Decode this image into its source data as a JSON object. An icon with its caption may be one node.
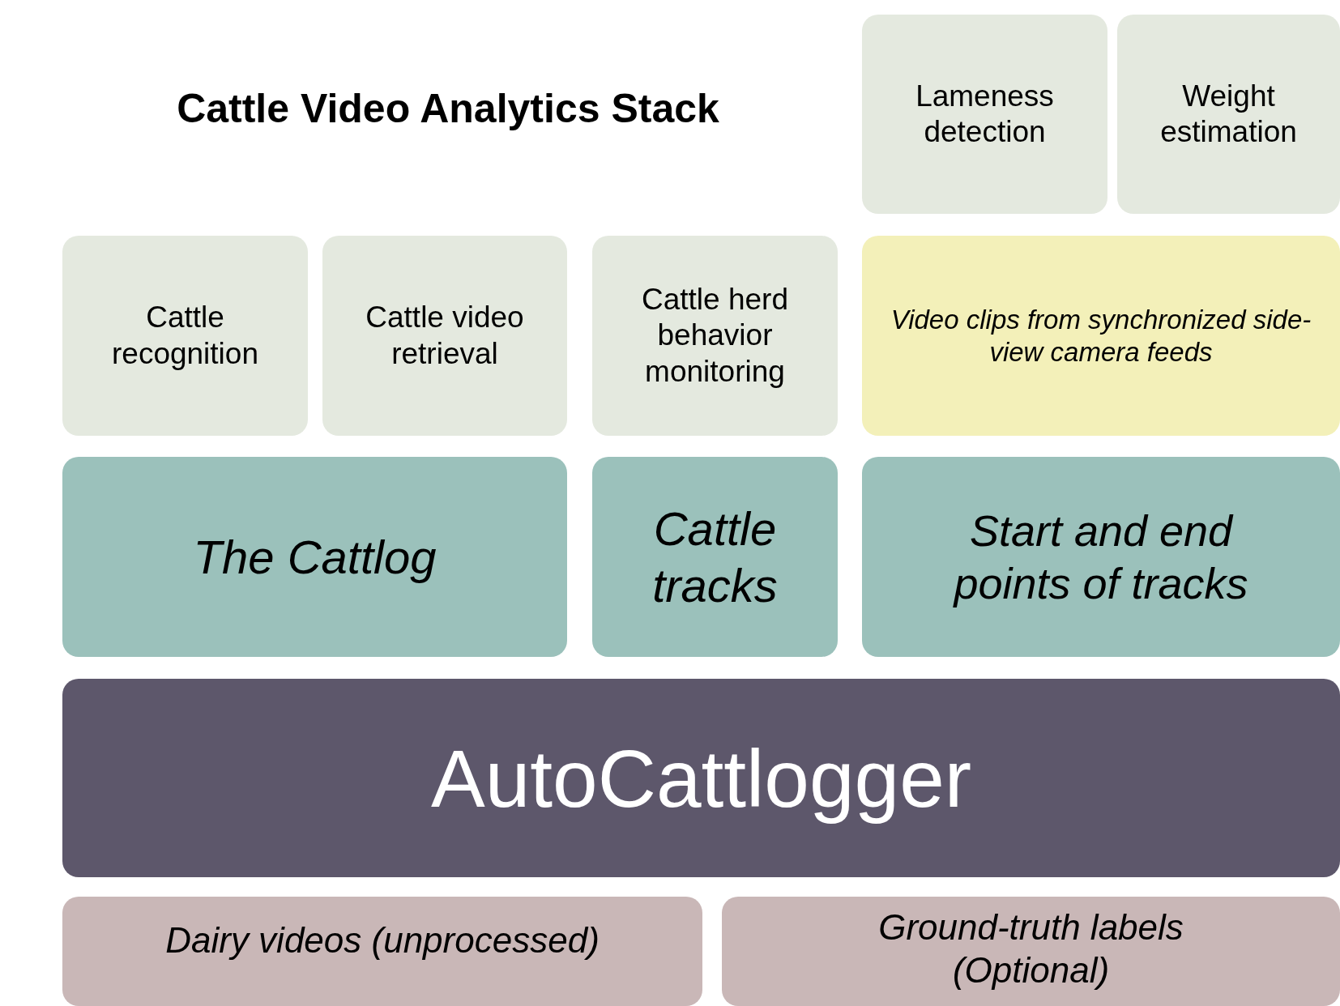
{
  "diagram": {
    "title": "Cattle Video Analytics Stack",
    "nodes": [
      {
        "text": [
          "Lameness detection"
        ]
      },
      {
        "text": [
          "Weight estimation"
        ]
      },
      {
        "text": [
          "Cattle recognition"
        ]
      },
      {
        "text": [
          "Cattle video retrieval"
        ]
      },
      {
        "text": [
          "Cattle herd behavior monitoring"
        ]
      },
      {
        "text": [
          "Video clips from synchronized side-view camera feeds"
        ]
      },
      {
        "text": [
          "The Cattlog"
        ]
      },
      {
        "text": [
          "Cattle tracks"
        ]
      },
      {
        "text": [
          "Start and end points of tracks"
        ]
      },
      {
        "text": [
          "AutoCattlogger"
        ]
      },
      {
        "text": [
          "Dairy videos (unprocessed)"
        ]
      },
      {
        "text": [
          "Ground-truth labels (Optional)"
        ]
      }
    ]
  }
}
